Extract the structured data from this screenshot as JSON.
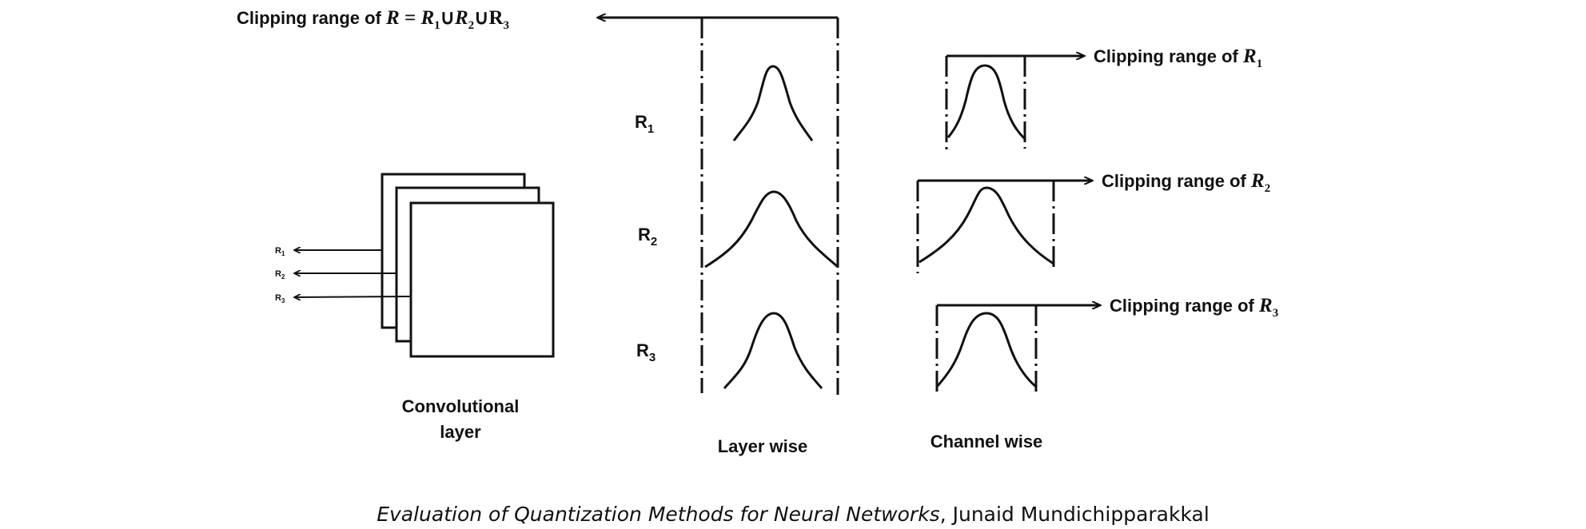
{
  "top_range": {
    "prefix": "Clipping range of ",
    "R": "R",
    "equals": " = ",
    "R1": "R",
    "sub1": "1",
    "union1": "∪",
    "R2": "R",
    "sub2": "2",
    "union2": "∪",
    "R3": "R",
    "sub3": "3"
  },
  "conv": {
    "line1": "Convolutional",
    "line2": "layer",
    "outputs": [
      {
        "base": "R",
        "sub": "1"
      },
      {
        "base": "R",
        "sub": "2"
      },
      {
        "base": "R",
        "sub": "3"
      }
    ]
  },
  "layer_wise": {
    "title": "Layer wise",
    "rows": [
      {
        "base": "R",
        "sub": "1"
      },
      {
        "base": "R",
        "sub": "2"
      },
      {
        "base": "R",
        "sub": "3"
      }
    ]
  },
  "channel_wise": {
    "title": "Channel wise",
    "ranges": [
      {
        "prefix": "Clipping range of ",
        "base": "R",
        "sub": "1"
      },
      {
        "prefix": "Clipping range of ",
        "base": "R",
        "sub": "2"
      },
      {
        "prefix": "Clipping range of ",
        "base": "R",
        "sub": "3"
      }
    ]
  },
  "caption": {
    "title": "Evaluation of Quantization Methods for Neural Networks",
    "author": ", Junaid  Mundichipparakkal"
  }
}
